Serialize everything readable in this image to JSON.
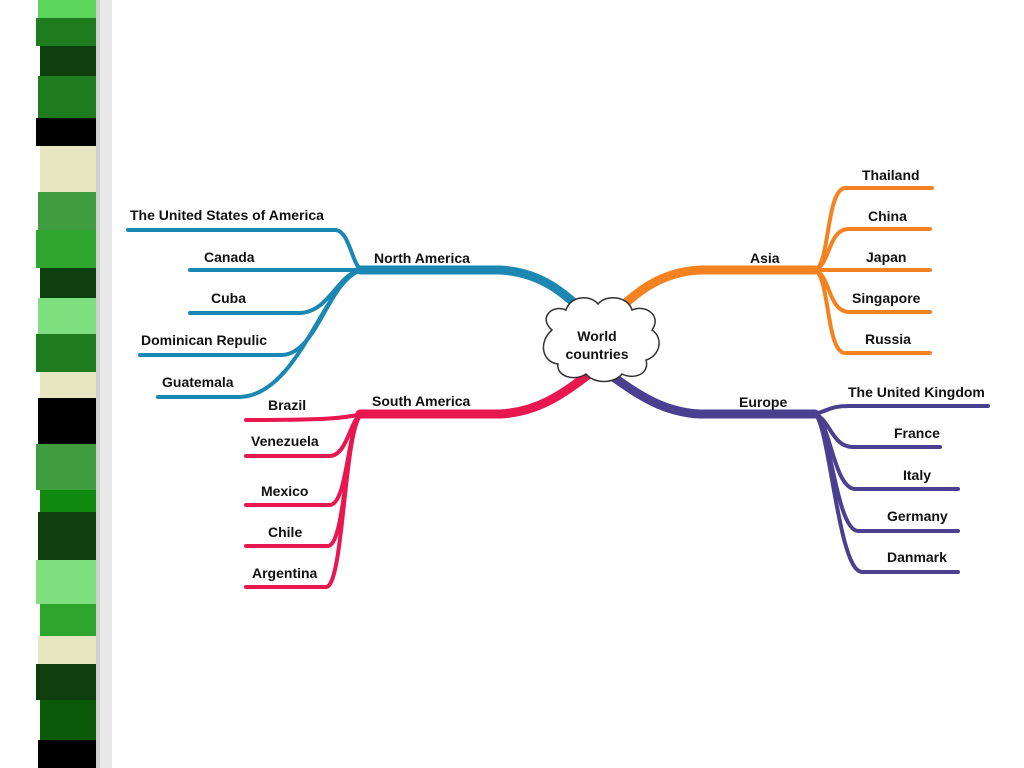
{
  "colors": {
    "north_america": "#1b87b3",
    "south_america": "#e8174f",
    "asia": "#f58220",
    "europe": "#4b3f8f",
    "stripe_shadow": "#c8c8c8",
    "stripe_palette": [
      "#1e7b1e",
      "#5bd65b",
      "#0e3d0e",
      "#000000",
      "#e6e6c0",
      "#2ea62e",
      "#3f9c3f",
      "#0a5a0a",
      "#7fe07f",
      "#0f8a0f"
    ]
  },
  "center": {
    "line1": "World",
    "line2": "countries"
  },
  "branches": {
    "north_america": {
      "label": "North America",
      "children": [
        "The United States of America",
        "Canada",
        "Cuba",
        "Dominican Repulic",
        "Guatemala"
      ]
    },
    "south_america": {
      "label": "South America",
      "children": [
        "Brazil",
        "Venezuela",
        "Mexico",
        "Chile",
        "Argentina"
      ]
    },
    "asia": {
      "label": "Asia",
      "children": [
        "Thailand",
        "China",
        "Japan",
        "Singapore",
        "Russia"
      ]
    },
    "europe": {
      "label": "Europe",
      "children": [
        "The United Kingdom",
        "France",
        "Italy",
        "Germany",
        "Danmark"
      ]
    }
  }
}
